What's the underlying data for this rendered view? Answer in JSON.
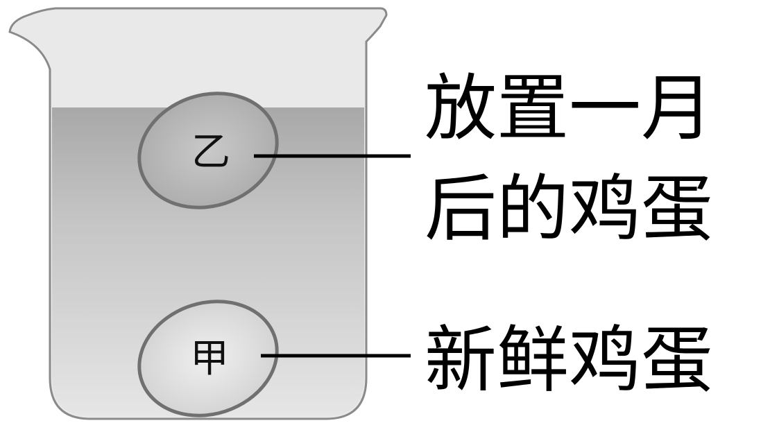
{
  "beaker": {
    "liquid_top_color": "#a9a9a9",
    "liquid_bottom_color": "#e3e3e3",
    "glass_color": "#e9e9e9",
    "outline_color": "#8a8a8a"
  },
  "eggs": {
    "upper": {
      "label": "乙"
    },
    "lower": {
      "label": "甲"
    }
  },
  "captions": {
    "old_egg": {
      "line1": "放置一月",
      "line2": "后的鸡蛋"
    },
    "fresh_egg": {
      "line1": "新鲜鸡蛋"
    }
  }
}
